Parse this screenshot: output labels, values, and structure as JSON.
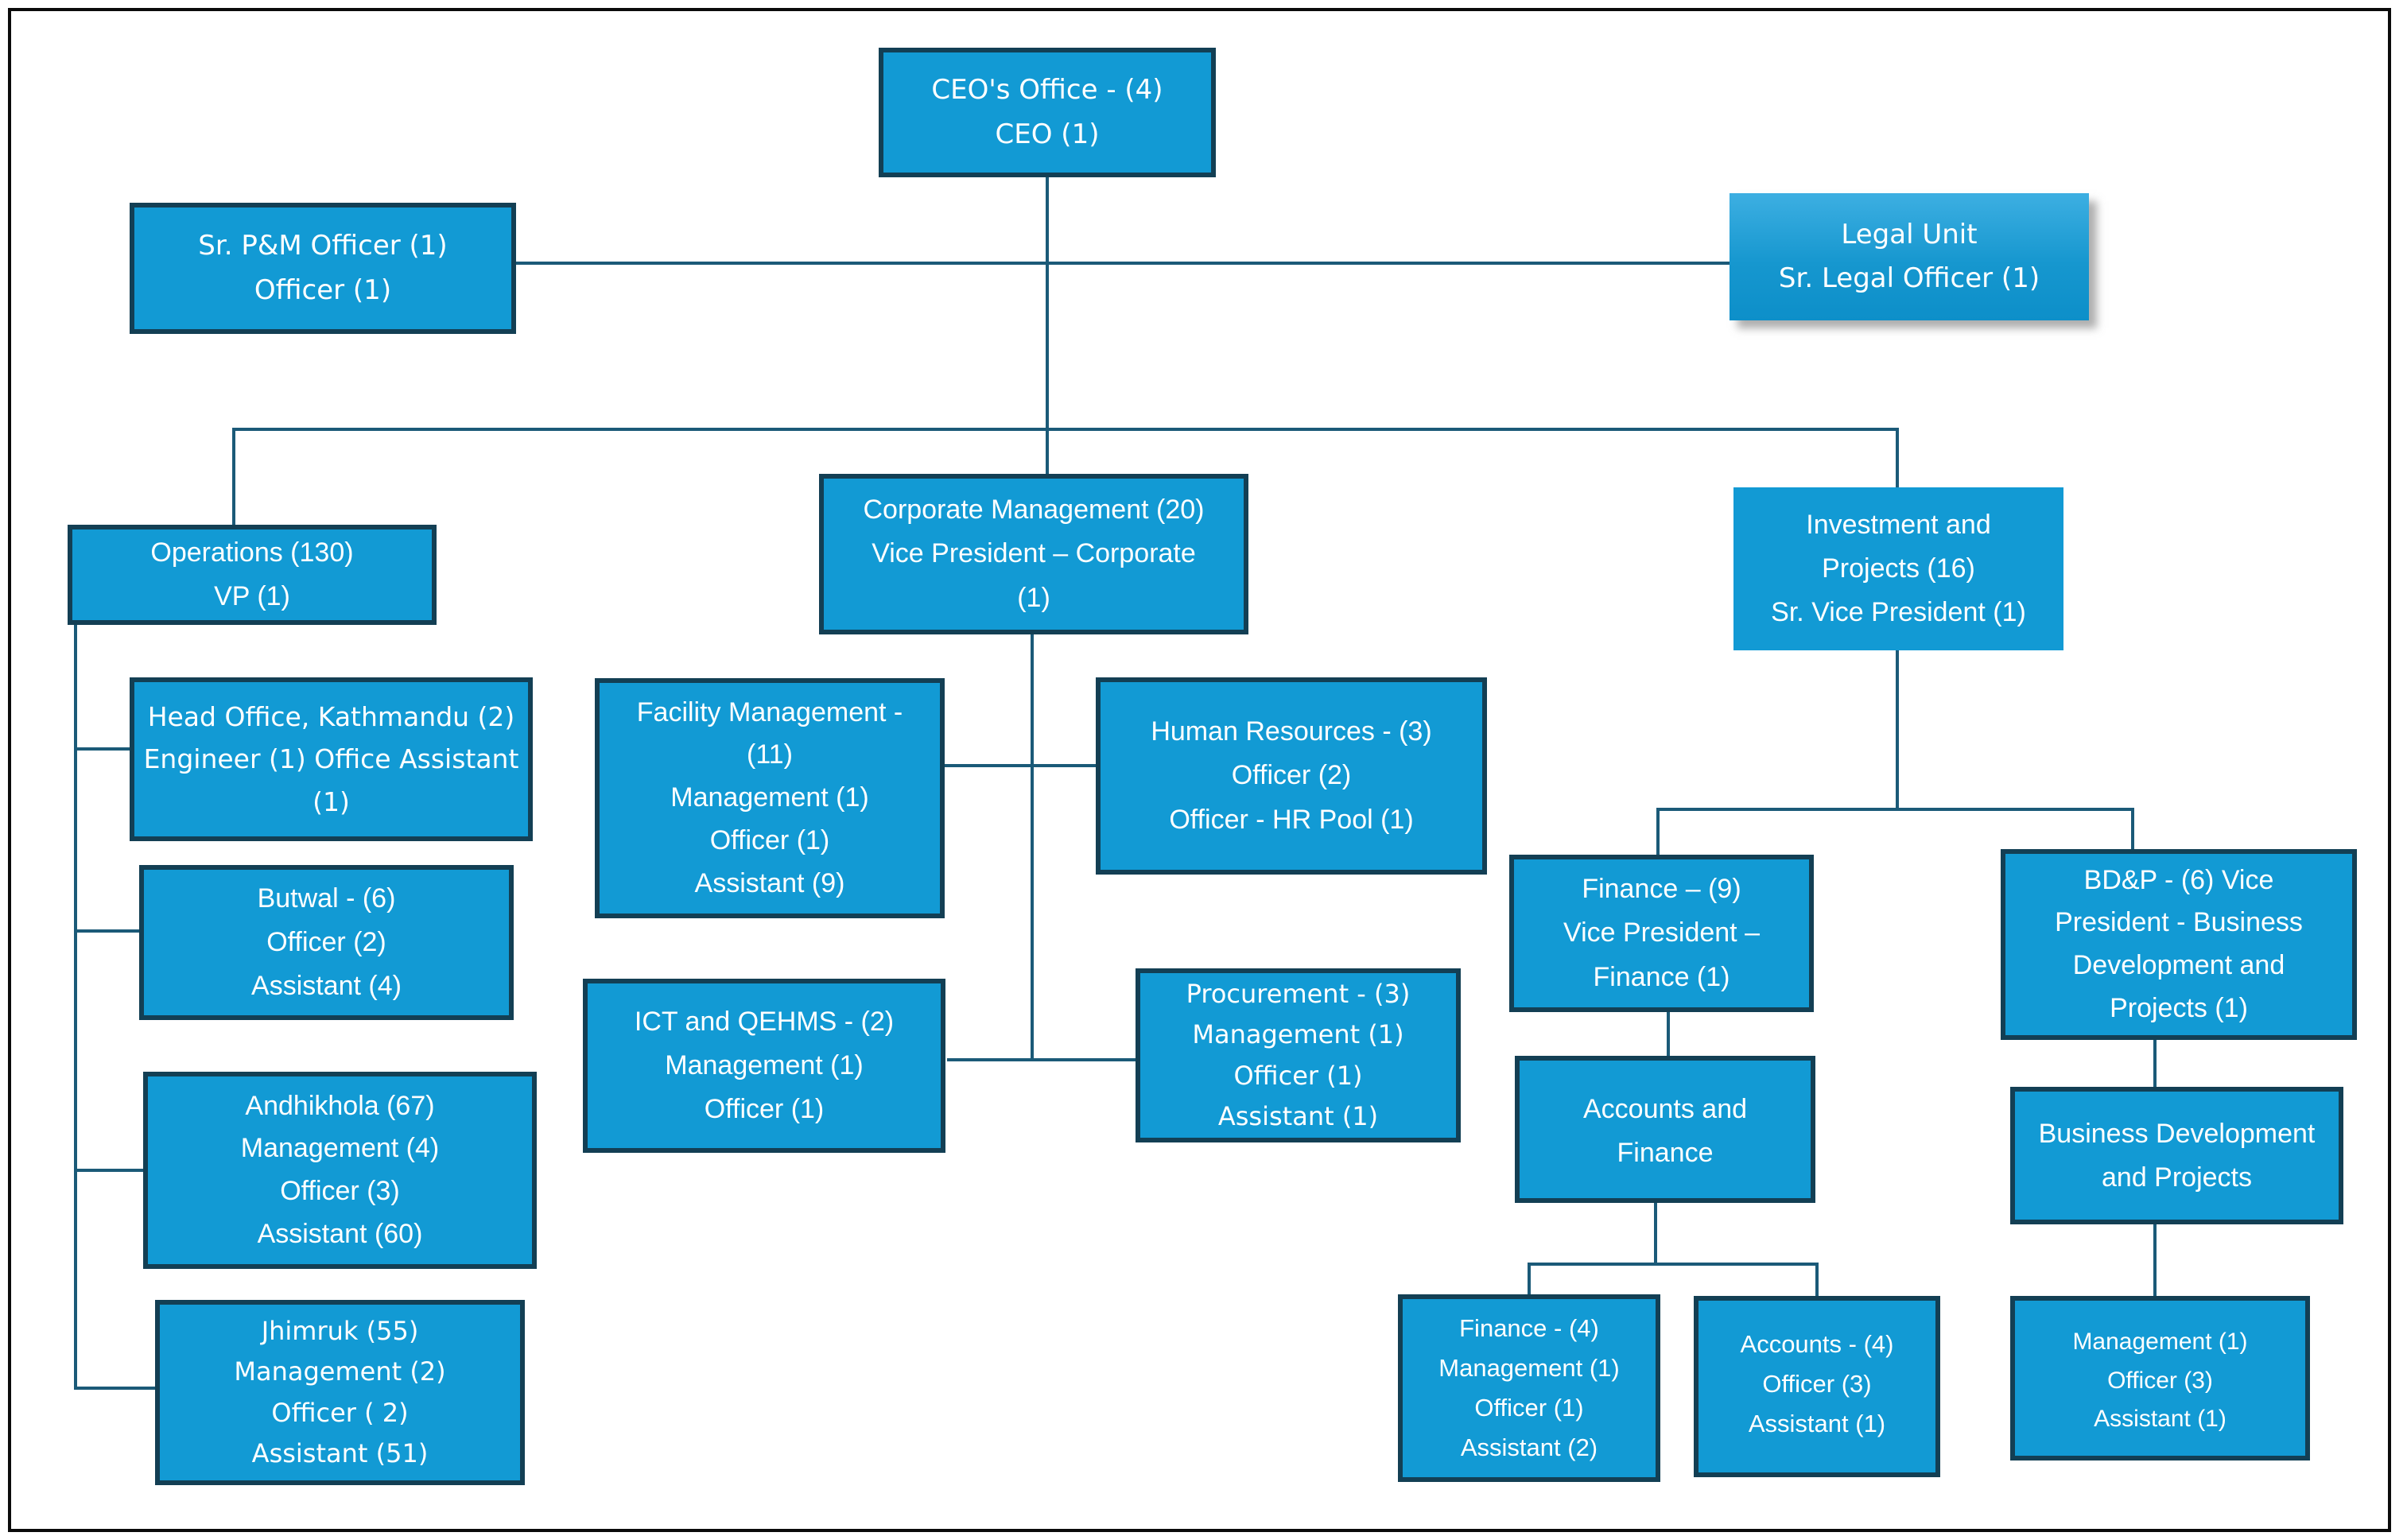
{
  "colors": {
    "box_fill": "#129AD4",
    "box_border": "#133F54",
    "connector": "#1B5A78",
    "legal_gradient_top": "#3DAFE2",
    "legal_gradient_bottom": "#0D8FC9",
    "text": "#FFFFFF",
    "frame": "#0B0B0B"
  },
  "boxes": {
    "ceo": {
      "lines": [
        "CEO's Office - (4)",
        "CEO (1)"
      ]
    },
    "pm": {
      "lines": [
        "Sr. P&M Officer (1)",
        "Officer (1)"
      ]
    },
    "legal": {
      "lines": [
        "Legal Unit",
        "Sr. Legal Officer (1)"
      ]
    },
    "operations": {
      "lines": [
        "Operations (130)",
        "VP (1)"
      ]
    },
    "corporate": {
      "lines": [
        "Corporate Management (20)",
        "Vice President – Corporate",
        "(1)"
      ]
    },
    "investment": {
      "lines": [
        "Investment and",
        "Projects  (16)",
        "Sr. Vice President (1)"
      ]
    },
    "head_office": {
      "lines": [
        "Head Office, Kathmandu (2)",
        "Engineer (1) Office Assistant",
        "(1)"
      ]
    },
    "facility": {
      "lines": [
        "Facility Management -",
        "(11)",
        "Management (1)",
        "Officer (1)",
        "Assistant (9)"
      ]
    },
    "hr": {
      "lines": [
        "Human Resources - (3)",
        "Officer (2)",
        "Officer - HR Pool  (1)"
      ]
    },
    "butwal": {
      "lines": [
        "Butwal - (6)",
        "Officer (2)",
        "Assistant (4)"
      ]
    },
    "ict": {
      "lines": [
        "ICT and QEHMS - (2)",
        "Management (1)",
        "Officer (1)"
      ]
    },
    "procurement": {
      "lines": [
        "Procurement - (3)",
        "Management (1)",
        "Officer (1)",
        "Assistant (1)"
      ]
    },
    "andhikhola": {
      "lines": [
        "Andhikhola (67)",
        "Management (4)",
        "Officer (3)",
        "Assistant (60)"
      ]
    },
    "jhimruk": {
      "lines": [
        "Jhimruk (55)",
        "Management (2)",
        "Officer ( 2)",
        "Assistant (51)"
      ]
    },
    "finance9": {
      "lines": [
        "Finance – (9)",
        "Vice President –",
        "Finance (1)"
      ]
    },
    "accfin": {
      "lines": [
        "Accounts and",
        "Finance"
      ]
    },
    "bdp": {
      "lines": [
        "BD&P  - (6) Vice",
        "President - Business",
        "Development and",
        "Projects  (1)"
      ]
    },
    "busdev": {
      "lines": [
        "Business Development",
        "and Projects"
      ]
    },
    "finance4": {
      "lines": [
        "Finance - (4)",
        "Management (1)",
        "Officer (1)",
        "Assistant (2)"
      ]
    },
    "accounts4": {
      "lines": [
        "Accounts - (4)",
        "Officer (3)",
        "Assistant (1)"
      ]
    },
    "mgmt_bdp": {
      "lines": [
        "Management (1)",
        "Officer (3)",
        "Assistant (1)"
      ]
    }
  }
}
